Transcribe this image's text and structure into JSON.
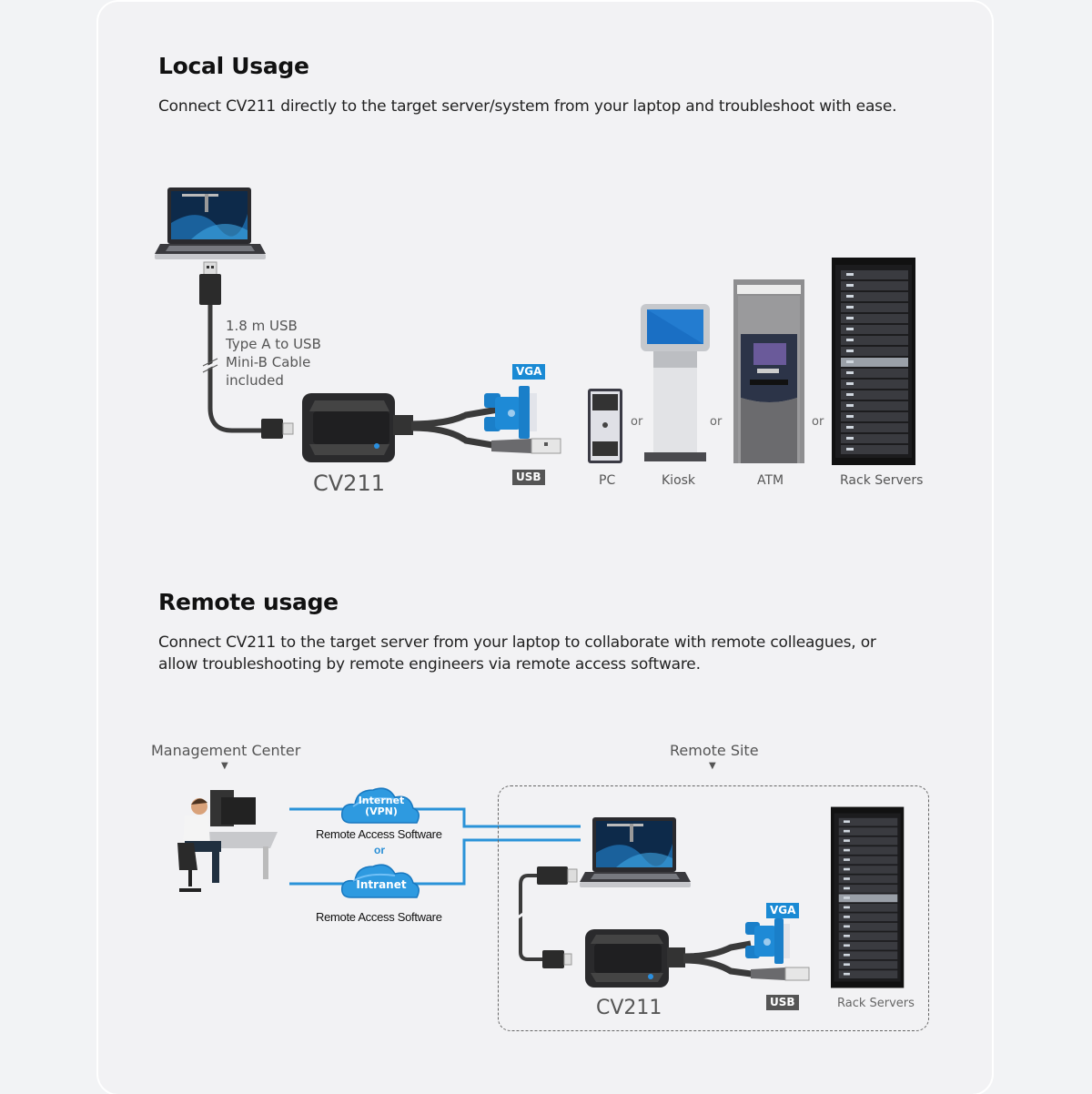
{
  "local": {
    "title": "Local Usage",
    "description": "Connect CV211 directly to the target server/system from your laptop and troubleshoot with ease.",
    "cable_note": [
      "1.8 m USB",
      "Type A to USB",
      "Mini-B Cable",
      "included"
    ],
    "device_label": "CV211",
    "vga_tag": "VGA",
    "usb_tag": "USB",
    "targets": [
      {
        "label": "PC",
        "icon": "pc-tower-icon"
      },
      {
        "label": "Kiosk",
        "icon": "kiosk-icon"
      },
      {
        "label": "ATM",
        "icon": "atm-icon"
      },
      {
        "label": "Rack Servers",
        "icon": "server-rack-icon"
      }
    ],
    "separator": "or"
  },
  "remote": {
    "title": "Remote usage",
    "description_line1": "Connect CV211 to the target server from your laptop to collaborate with remote colleagues, or",
    "description_line2": "allow troubleshooting by remote engineers via remote access software.",
    "management_center": "Management Center",
    "remote_site": "Remote Site",
    "cloud_internet_line1": "Internet",
    "cloud_internet_line2": "(VPN)",
    "cloud_intranet": "Intranet",
    "software_label_1": "Remote Access Software",
    "software_label_2": "Remote Access Software",
    "or_label": "or",
    "device_label": "CV211",
    "vga_tag": "VGA",
    "usb_tag": "USB",
    "rack_label": "Rack Servers"
  },
  "colors": {
    "accent_blue": "#1a8ad4",
    "line_blue": "#2a93d8",
    "background": "#f2f2f4"
  }
}
